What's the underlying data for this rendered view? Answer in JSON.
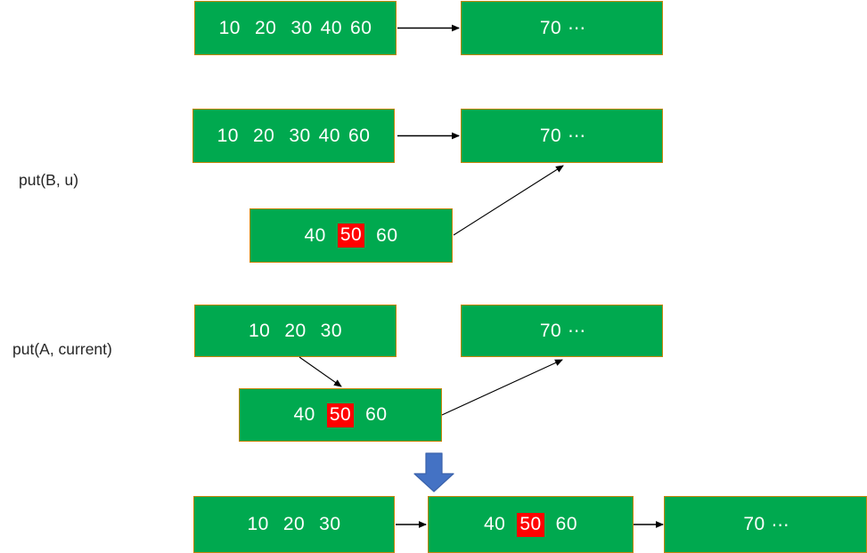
{
  "diagram": {
    "title": "Linked list node split — put(B, u) / put(A, current)",
    "colors": {
      "node_fill": "#00A94F",
      "node_border": "#C8860B",
      "node_text": "#FFFFFF",
      "highlight_fill": "#FF0000",
      "highlight_text": "#FFFFFF",
      "arrow_stroke": "#000000",
      "block_arrow_fill": "#4472C4",
      "block_arrow_border": "#3A62AB",
      "background": "#FFFFFF",
      "label_text": "#262626"
    },
    "labels": [
      {
        "id": "label-put-b",
        "text": "put(B, u)"
      },
      {
        "id": "label-put-a",
        "text": "put(A, current)"
      }
    ],
    "rows": [
      {
        "id": "row-1",
        "nodes": [
          {
            "id": "row1-node-left",
            "cells": [
              {
                "text": "10",
                "highlight": false
              },
              {
                "text": "20",
                "highlight": false
              },
              {
                "text": "30",
                "highlight": false
              },
              {
                "text": "40",
                "highlight": false
              },
              {
                "text": "60",
                "highlight": false
              }
            ],
            "ellipsis": ""
          },
          {
            "id": "row1-node-right",
            "cells": [
              {
                "text": "70",
                "highlight": false
              }
            ],
            "ellipsis": "⋯"
          }
        ]
      },
      {
        "id": "row-2",
        "nodes": [
          {
            "id": "row2-node-left",
            "cells": [
              {
                "text": "10",
                "highlight": false
              },
              {
                "text": "20",
                "highlight": false
              },
              {
                "text": "30",
                "highlight": false
              },
              {
                "text": "40",
                "highlight": false
              },
              {
                "text": "60",
                "highlight": false
              }
            ],
            "ellipsis": ""
          },
          {
            "id": "row2-node-right",
            "cells": [
              {
                "text": "70",
                "highlight": false
              }
            ],
            "ellipsis": "⋯"
          },
          {
            "id": "row2-node-new",
            "cells": [
              {
                "text": "40",
                "highlight": false
              },
              {
                "text": "50",
                "highlight": true
              },
              {
                "text": "60",
                "highlight": false
              }
            ],
            "ellipsis": ""
          }
        ]
      },
      {
        "id": "row-3",
        "nodes": [
          {
            "id": "row3-node-left",
            "cells": [
              {
                "text": "10",
                "highlight": false
              },
              {
                "text": "20",
                "highlight": false
              },
              {
                "text": "30",
                "highlight": false
              }
            ],
            "ellipsis": ""
          },
          {
            "id": "row3-node-right",
            "cells": [
              {
                "text": "70",
                "highlight": false
              }
            ],
            "ellipsis": "⋯"
          },
          {
            "id": "row3-node-new",
            "cells": [
              {
                "text": "40",
                "highlight": false
              },
              {
                "text": "50",
                "highlight": true
              },
              {
                "text": "60",
                "highlight": false
              }
            ],
            "ellipsis": ""
          }
        ]
      },
      {
        "id": "row-4",
        "nodes": [
          {
            "id": "row4-node-a",
            "cells": [
              {
                "text": "10",
                "highlight": false
              },
              {
                "text": "20",
                "highlight": false
              },
              {
                "text": "30",
                "highlight": false
              }
            ],
            "ellipsis": ""
          },
          {
            "id": "row4-node-b",
            "cells": [
              {
                "text": "40",
                "highlight": false
              },
              {
                "text": "50",
                "highlight": true
              },
              {
                "text": "60",
                "highlight": false
              }
            ],
            "ellipsis": ""
          },
          {
            "id": "row4-node-c",
            "cells": [
              {
                "text": "70",
                "highlight": false
              }
            ],
            "ellipsis": "⋯"
          }
        ]
      }
    ],
    "block_arrow": {
      "id": "down-block-arrow",
      "direction": "down"
    }
  },
  "texts": {
    "row1_left_c1": "10",
    "row1_left_c2": "20",
    "row1_left_c3": "30",
    "row1_left_c4": "40",
    "row1_left_c5": "60",
    "row1_right_v": "70",
    "row1_right_e": "⋯",
    "row2_left_c1": "10",
    "row2_left_c2": "20",
    "row2_left_c3": "30",
    "row2_left_c4": "40",
    "row2_left_c5": "60",
    "row2_right_v": "70",
    "row2_right_e": "⋯",
    "row2_new_c1": "40",
    "row2_new_c2": "50",
    "row2_new_c3": "60",
    "label_put_b": "put(B, u)",
    "row3_left_c1": "10",
    "row3_left_c2": "20",
    "row3_left_c3": "30",
    "row3_right_v": "70",
    "row3_right_e": "⋯",
    "row3_new_c1": "40",
    "row3_new_c2": "50",
    "row3_new_c3": "60",
    "label_put_a": "put(A, current)",
    "row4_a_c1": "10",
    "row4_a_c2": "20",
    "row4_a_c3": "30",
    "row4_b_c1": "40",
    "row4_b_c2": "50",
    "row4_b_c3": "60",
    "row4_c_v": "70",
    "row4_c_e": "⋯"
  }
}
